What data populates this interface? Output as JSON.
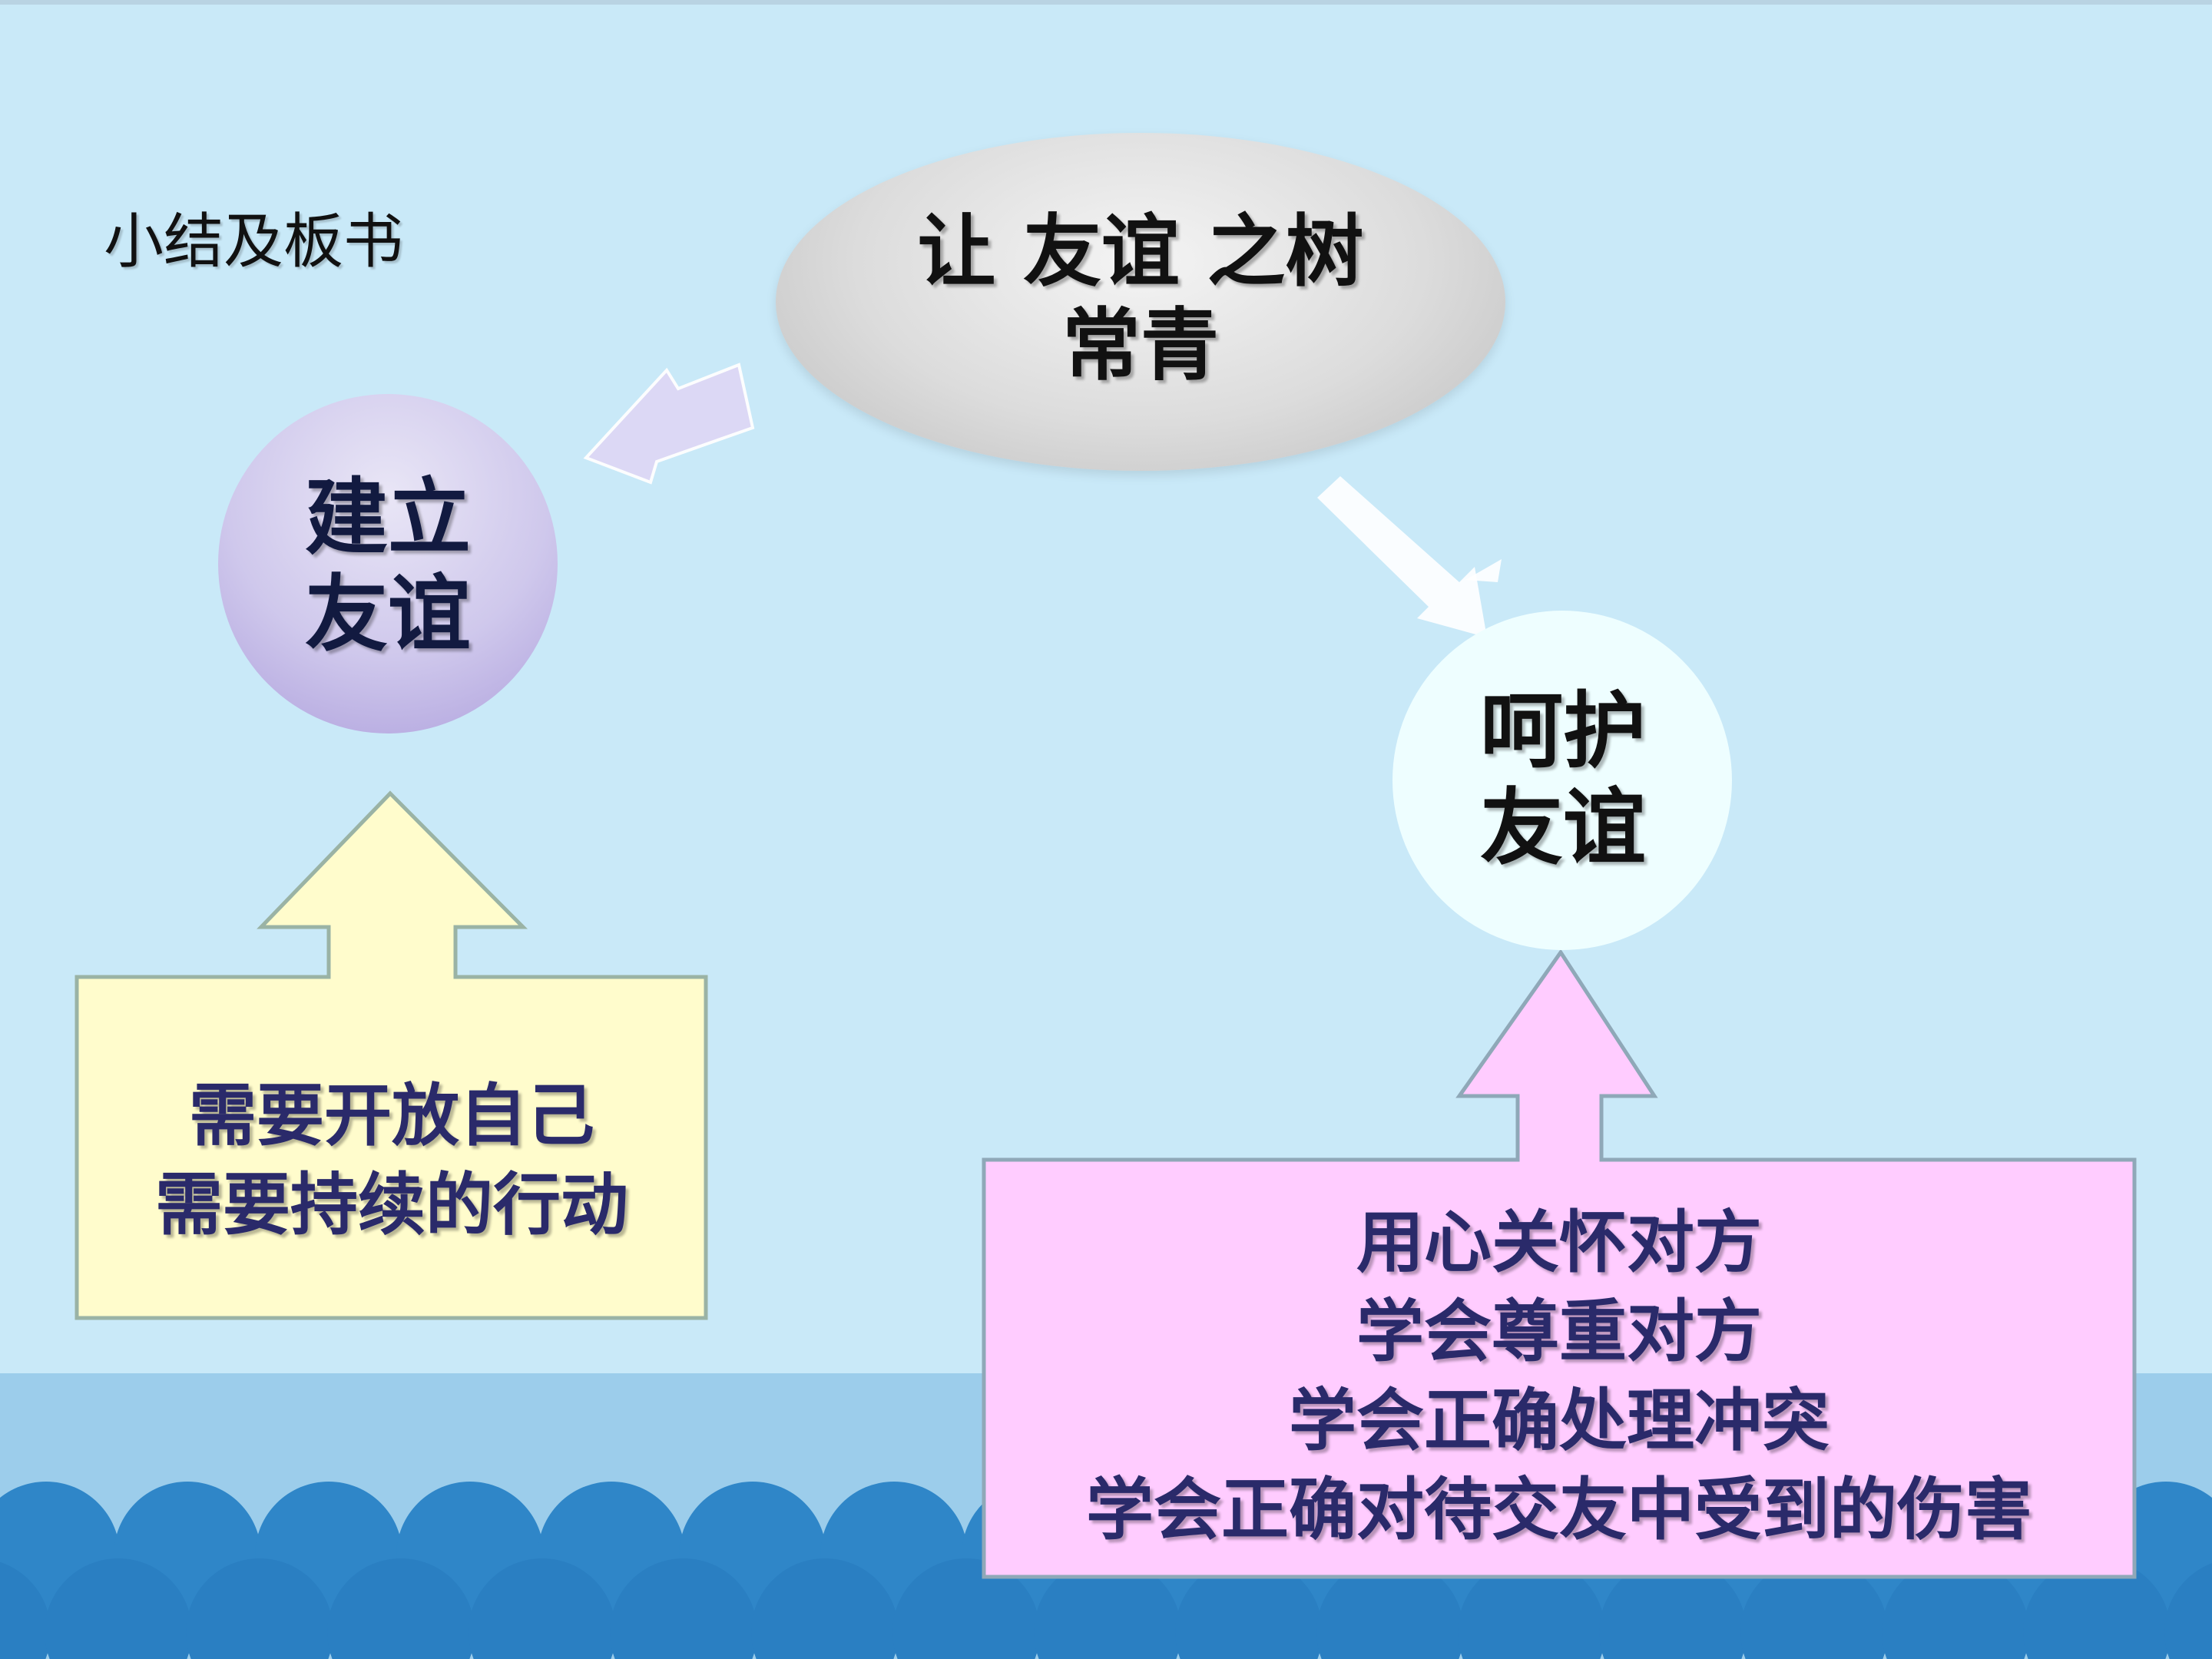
{
  "title": "小结及板书",
  "center": {
    "line1": "让 友谊 之树",
    "line2": "常青"
  },
  "build": {
    "line1": "建立",
    "line2": "友谊"
  },
  "care": {
    "line1": "呵护",
    "line2": "友谊"
  },
  "build_box": {
    "lines": [
      "需要开放自己",
      "需要持续的行动"
    ]
  },
  "care_box": {
    "lines": [
      "用心关怀对方",
      "学会尊重对方",
      "学会正确处理冲突",
      "学会正确对待交友中受到的伤害"
    ]
  },
  "colors": {
    "background": "#c9e9f8",
    "ellipse": "#d6d6d6",
    "build_circle": "#c7bfe8",
    "care_circle": "#eefeff",
    "build_box": "#fffccc",
    "care_box": "#ffccff",
    "wave": "#2f86c8"
  }
}
